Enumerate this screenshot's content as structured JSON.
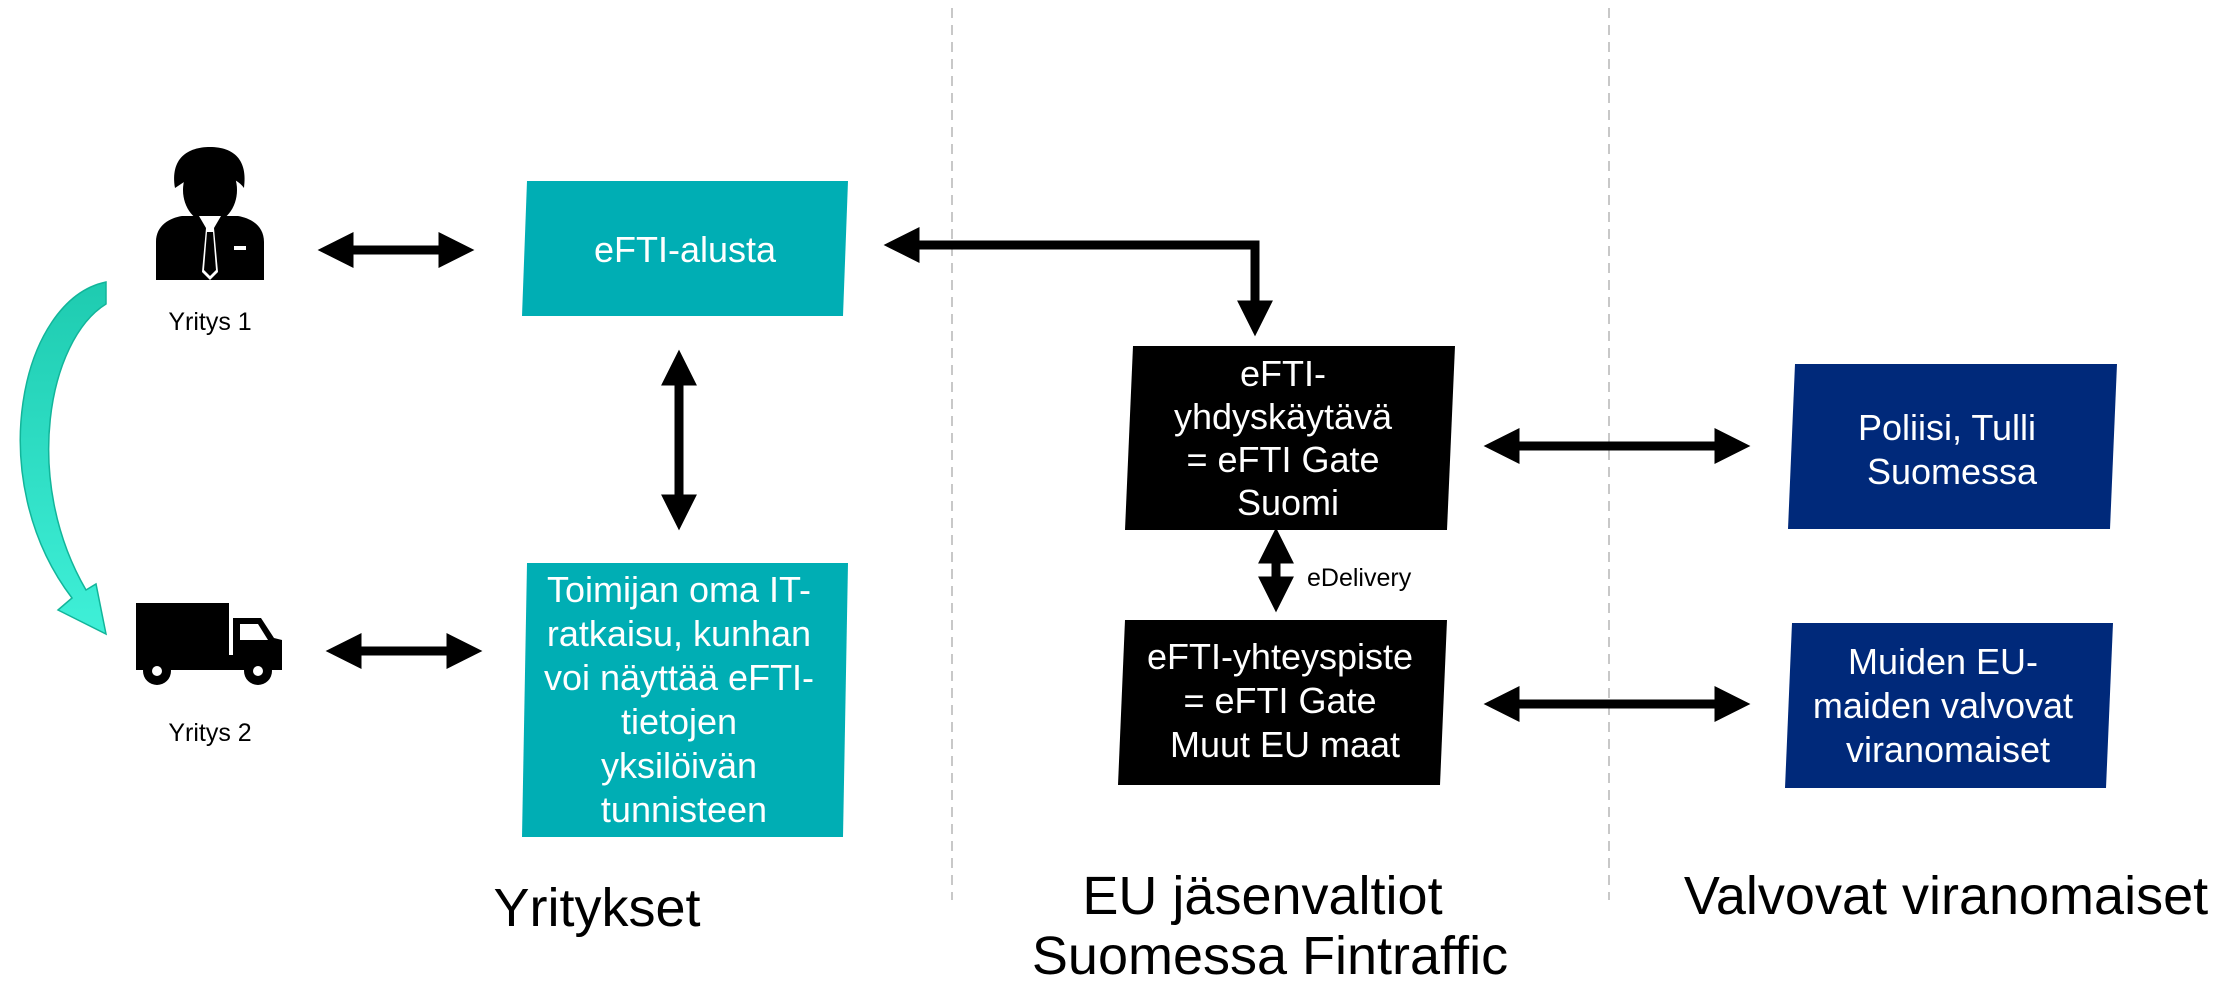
{
  "colors": {
    "teal": "#00aeb4",
    "black": "#000000",
    "navy": "#00297a",
    "curve_arrow": "#2de3c4",
    "divider": "#c8c8c8"
  },
  "actors": {
    "company1": {
      "label": "Yritys 1",
      "icon": "businessman-icon"
    },
    "company2": {
      "label": "Yritys 2",
      "icon": "truck-icon"
    }
  },
  "boxes": {
    "efti_platform": {
      "lines": [
        "eFTI-alusta"
      ]
    },
    "own_it": {
      "lines": [
        "Toimijan oma IT-",
        "ratkaisu, kunhan",
        "voi näyttää eFTI-",
        "tietojen",
        "yksilöivän",
        "tunnisteen"
      ]
    },
    "gate_finland": {
      "lines": [
        "eFTI-",
        "yhdyskäytävä",
        "= eFTI Gate",
        "Suomi"
      ]
    },
    "gate_eu": {
      "lines": [
        "eFTI-yhteyspiste",
        "= eFTI Gate",
        "Muut EU maat"
      ]
    },
    "police": {
      "lines": [
        "Poliisi, Tulli",
        "Suomessa"
      ]
    },
    "eu_authorities": {
      "lines": [
        "Muiden EU-",
        "maiden valvovat",
        "viranomaiset"
      ]
    }
  },
  "edelivery_label": "eDelivery",
  "sections": [
    {
      "lines": [
        "Yritykset"
      ]
    },
    {
      "lines": [
        "EU jäsenvaltiot",
        "Suomessa Fintraffic"
      ]
    },
    {
      "lines": [
        "Valvovat viranomaiset"
      ]
    }
  ]
}
